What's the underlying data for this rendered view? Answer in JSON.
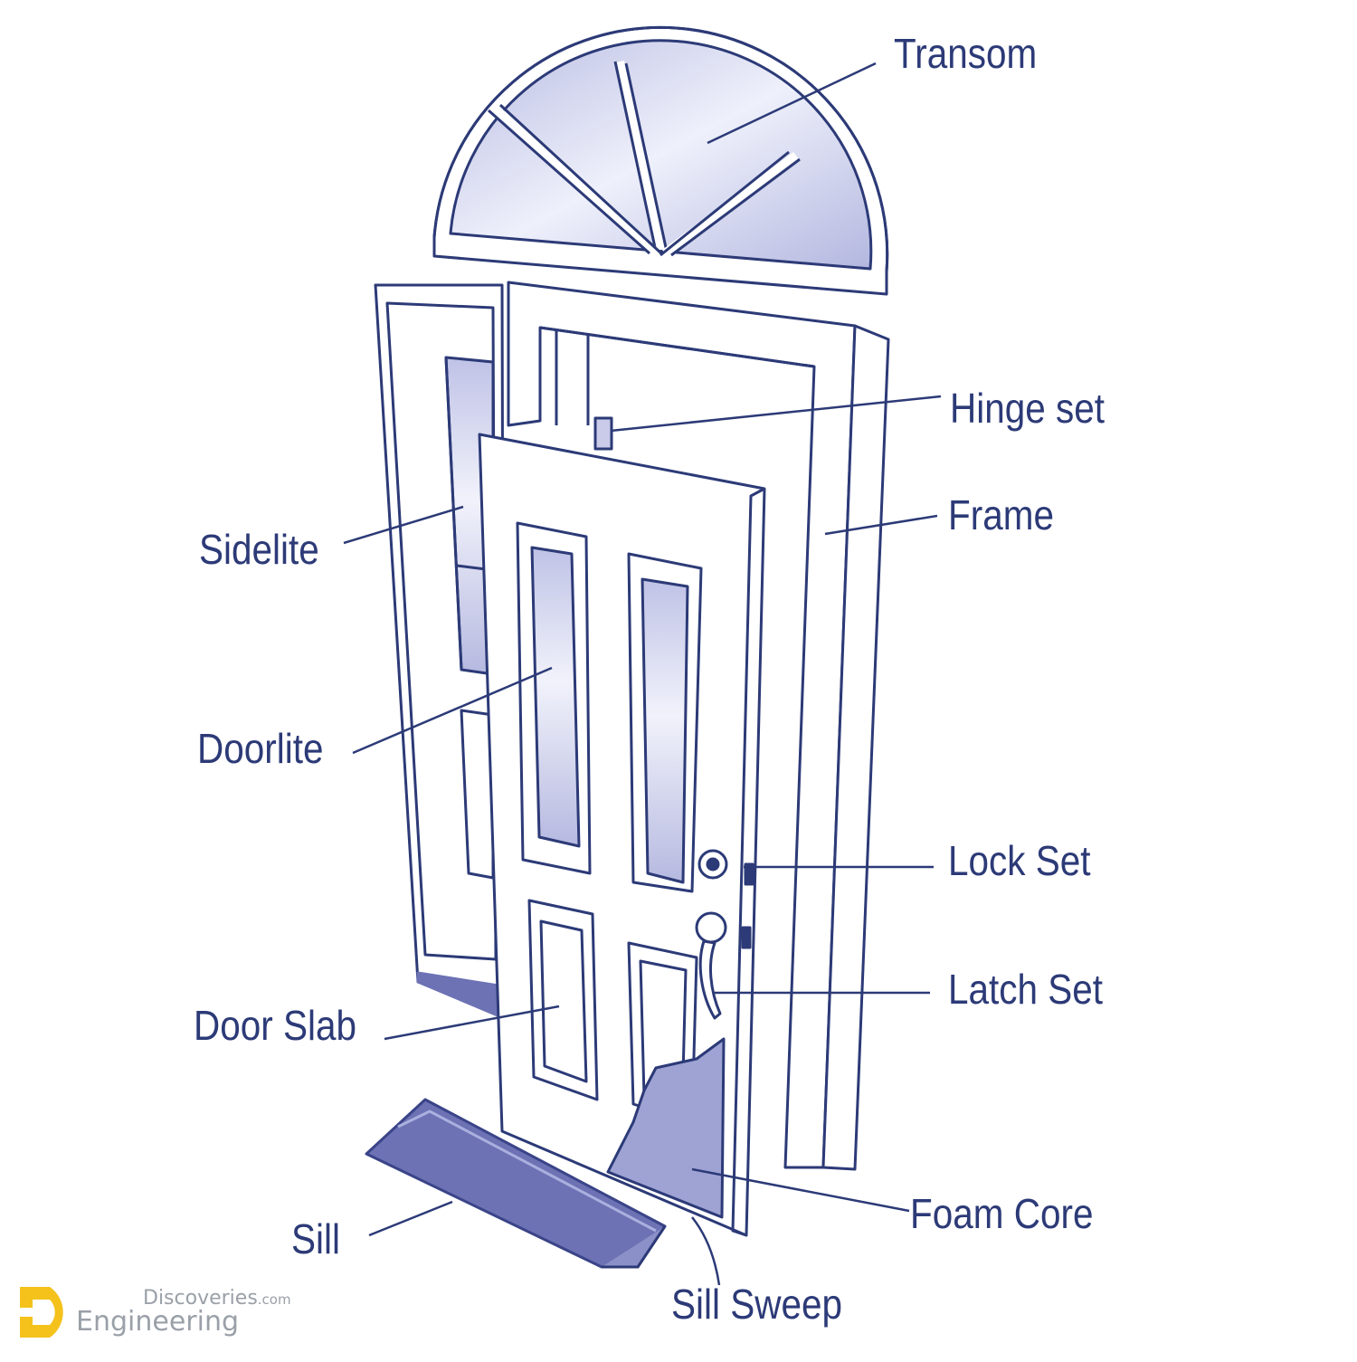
{
  "labels": {
    "transom": "Transom",
    "hinge_set": "Hinge set",
    "frame": "Frame",
    "sidelite": "Sidelite",
    "doorlite": "Doorlite",
    "lock_set": "Lock Set",
    "latch_set": "Latch Set",
    "door_slab": "Door Slab",
    "foam_core": "Foam Core",
    "sill": "Sill",
    "sill_sweep": "Sill Sweep"
  },
  "watermark": {
    "line1": "Discoveries",
    "line1_suffix": ".com",
    "line2": "Engineering"
  },
  "colors": {
    "line": "#2c3a77",
    "label": "#2c3a77",
    "glass": "#c9cbe8",
    "sill": "#6c72b4",
    "foam": "#9ea3d4",
    "logo": "#f4c21b"
  }
}
